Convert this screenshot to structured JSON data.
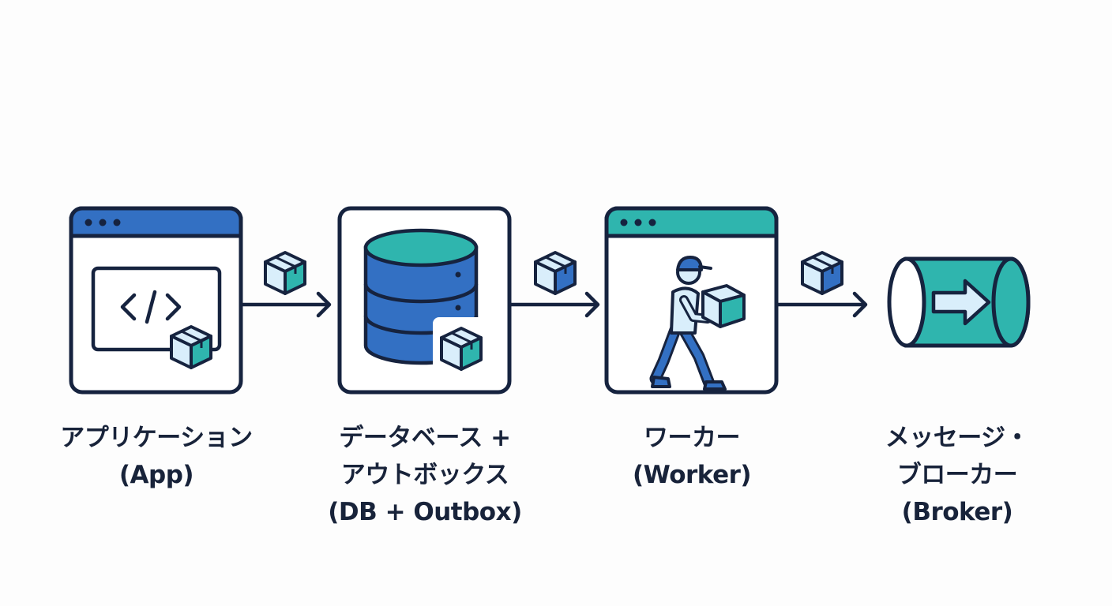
{
  "colors": {
    "outline": "#16233f",
    "blue": "#3370c3",
    "teal": "#2fb5ae",
    "light_blue": "#d9eefb",
    "text": "#18233a",
    "background": "#fdfdfd"
  },
  "flow": {
    "app": {
      "icon": "code-window-icon",
      "label_line1": "アプリケーション",
      "label_line2": "(App)"
    },
    "db": {
      "icon": "database-icon",
      "label_line1": "データベース +",
      "label_line2": "アウトボックス",
      "label_line3": "(DB + Outbox)"
    },
    "worker": {
      "icon": "worker-carrying-box-icon",
      "label_line1": "ワーカー",
      "label_line2": "(Worker)"
    },
    "broker": {
      "icon": "pipe-arrow-icon",
      "label_line1": "メッセージ・",
      "label_line2": "ブローカー",
      "label_line3": "(Broker)"
    },
    "connectors": [
      {
        "from": "app",
        "to": "db",
        "icon": "message-box-icon"
      },
      {
        "from": "db",
        "to": "worker",
        "icon": "message-box-icon"
      },
      {
        "from": "worker",
        "to": "broker",
        "icon": "message-box-icon"
      }
    ]
  }
}
